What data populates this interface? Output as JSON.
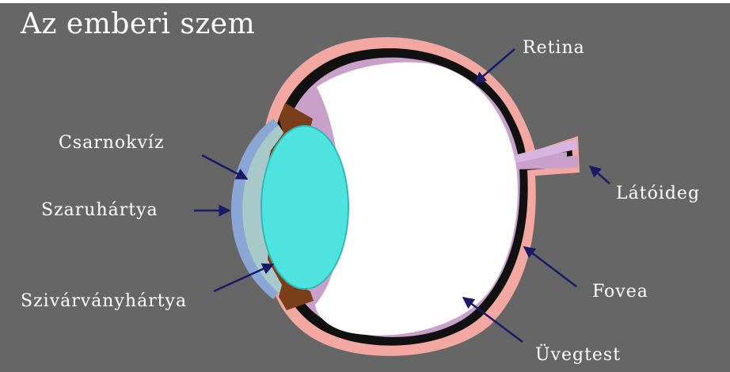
{
  "title": "Az emberi szem",
  "labels": {
    "retina": "Retina",
    "latoideg": "Látóideg",
    "fovea": "Fovea",
    "uvegtest": "Üvegtest",
    "csarnokviz": "Csarnokvíz",
    "szaruhartya": "Szaruhártya",
    "szivarvanyhartya": "Szivárványhártya"
  },
  "colors": {
    "background": "#666666",
    "sclera": "#f2a7a0",
    "choroid": "#111111",
    "retina_layer": "#c9a0c9",
    "vitreous": "#ffffff",
    "lens": "#4fe3e0",
    "cornea": "#8aa6d6",
    "iris": "#7a3e1a",
    "arrow": "#1a1a66",
    "text": "#ffffff"
  }
}
